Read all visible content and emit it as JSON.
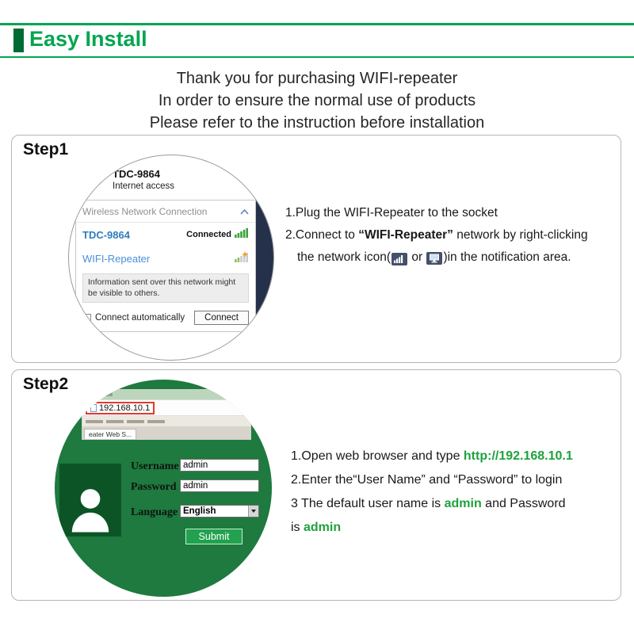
{
  "header": {
    "title": "Easy Install"
  },
  "intro": {
    "lines": [
      "Thank you for purchasing WIFI-repeater",
      "In order to ensure the normal use of products",
      "Please refer to the instruction before installation"
    ]
  },
  "colors": {
    "accent_green": "#00a650",
    "dark_green": "#006b33",
    "link_green": "#1ea23c"
  },
  "step1": {
    "label": "Step1",
    "hotspot": {
      "ssid": "TDC-9864",
      "subtitle": "Internet access"
    },
    "popup": {
      "title": "Wireless Network Connection",
      "networks": [
        {
          "name": "TDC-9864",
          "status": "Connected"
        },
        {
          "name": "WIFI-Repeater",
          "status": ""
        }
      ],
      "warning": "Information sent over this network might be visible to others.",
      "checkbox_label": "Connect automatically",
      "connect_label": "Connect"
    },
    "instructions": {
      "line1": "1.Plug the WIFI-Repeater to the socket",
      "line2_pre": "2.Connect to ",
      "line2_bold": "“WIFI-Repeater”",
      "line2_post": " network by right-clicking",
      "line3_pre": "the network icon(",
      "line3_or": " or ",
      "line3_post": ")in the notification area."
    }
  },
  "step2": {
    "label": "Step2",
    "browser": {
      "tab": "eater Web S...",
      "address": "192.168.10.1"
    },
    "form": {
      "username_label": "Username",
      "username_value": "admin",
      "password_label": "Password",
      "password_value": "admin",
      "language_label": "Language",
      "language_value": "English",
      "submit_label": "Submit"
    },
    "instructions": {
      "line1_pre": "1.Open web browser and type ",
      "line1_link": "http://192.168.10.1",
      "line2": "2.Enter the“User Name” and “Password” to login",
      "line3_pre": "3 The default user name is ",
      "line3_admin": "admin",
      "line3_post": " and Password",
      "line4_pre": "is ",
      "line4_admin": "admin"
    }
  }
}
